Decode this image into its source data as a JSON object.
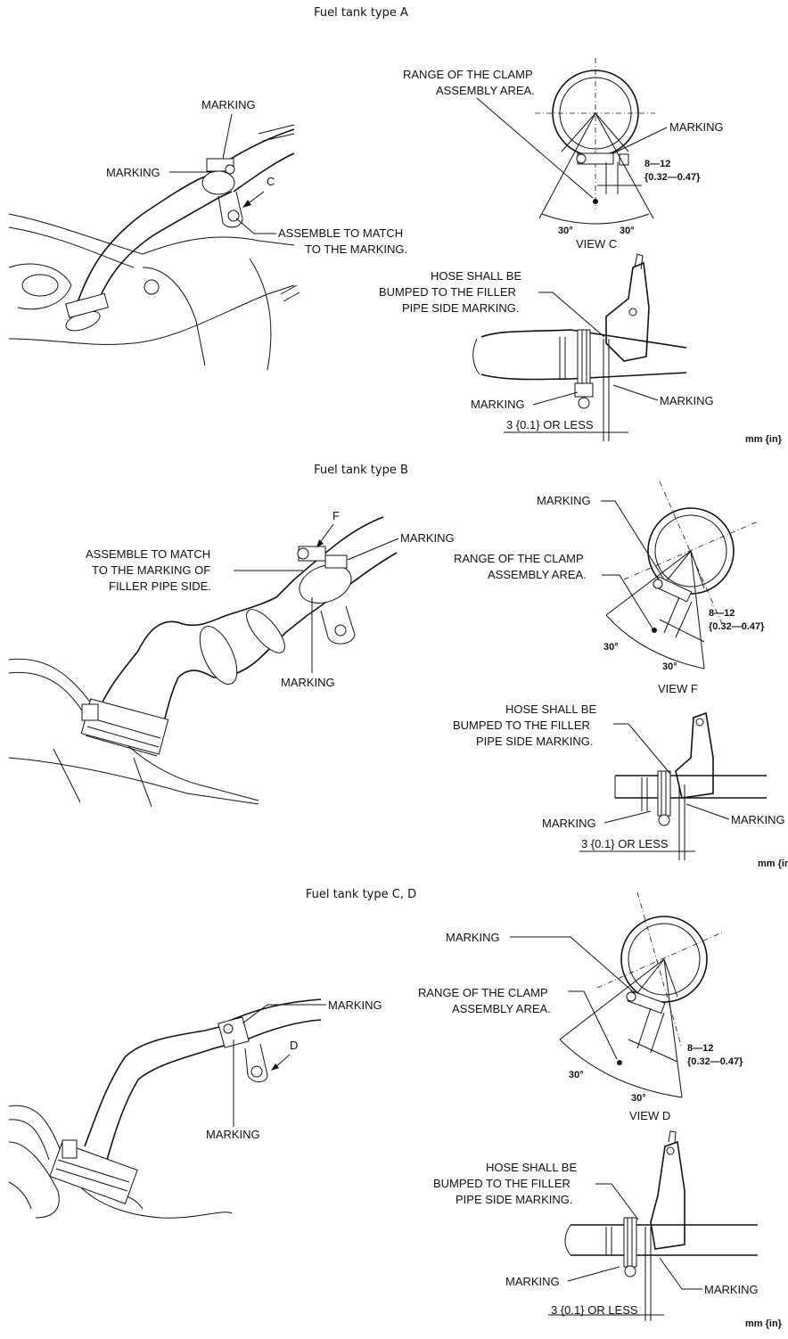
{
  "sections": [
    {
      "title": "Fuel tank type A",
      "overview_labels": {
        "marking_top": "MARKING",
        "marking_left": "MARKING",
        "view_arrow": "C",
        "assemble_line1": "ASSEMBLE TO MATCH",
        "assemble_line2": "TO THE MARKING."
      },
      "view": {
        "range_line1": "RANGE OF THE CLAMP",
        "range_line2": "ASSEMBLY AREA.",
        "marking": "MARKING",
        "dim_mm": "8—12",
        "dim_in": "{0.32—0.47}",
        "angle_left": "30°",
        "angle_right": "30°",
        "caption": "VIEW C"
      },
      "side": {
        "hose_line1": "HOSE SHALL BE",
        "hose_line2": "BUMPED TO THE FILLER",
        "hose_line3": "PIPE SIDE MARKING.",
        "marking_left": "MARKING",
        "marking_right": "MARKING",
        "gap": "3 {0.1} OR LESS",
        "unit": "mm {in}"
      }
    },
    {
      "title": "Fuel tank type B",
      "overview_labels": {
        "view_arrow": "F",
        "marking_top": "MARKING",
        "assemble_line1": "ASSEMBLE TO MATCH",
        "assemble_line2": "TO THE MARKING OF",
        "assemble_line3": "FILLER PIPE SIDE.",
        "marking_bottom": "MARKING"
      },
      "view": {
        "marking": "MARKING",
        "range_line1": "RANGE OF THE CLAMP",
        "range_line2": "ASSEMBLY AREA.",
        "dim_mm": "8—12",
        "dim_in": "{0.32—0.47}",
        "angle_left": "30°",
        "angle_right": "30°",
        "caption": "VIEW F"
      },
      "side": {
        "hose_line1": "HOSE SHALL BE",
        "hose_line2": "BUMPED TO THE FILLER",
        "hose_line3": "PIPE SIDE MARKING.",
        "marking_left": "MARKING",
        "marking_right": "MARKING",
        "gap": "3 {0.1} OR LESS",
        "unit": "mm {in}"
      }
    },
    {
      "title": "Fuel tank type C, D",
      "overview_labels": {
        "marking_top": "MARKING",
        "view_arrow": "D",
        "marking_bottom": "MARKING"
      },
      "view": {
        "marking": "MARKING",
        "range_line1": "RANGE OF THE CLAMP",
        "range_line2": "ASSEMBLY AREA.",
        "dim_mm": "8—12",
        "dim_in": "{0.32—0.47}",
        "angle_left": "30°",
        "angle_right": "30°",
        "caption": "VIEW D"
      },
      "side": {
        "hose_line1": "HOSE SHALL BE",
        "hose_line2": "BUMPED TO THE FILLER",
        "hose_line3": "PIPE SIDE MARKING.",
        "marking_left": "MARKING",
        "marking_right": "MARKING",
        "gap": "3 {0.1} OR LESS",
        "unit": "mm {in}"
      }
    }
  ]
}
